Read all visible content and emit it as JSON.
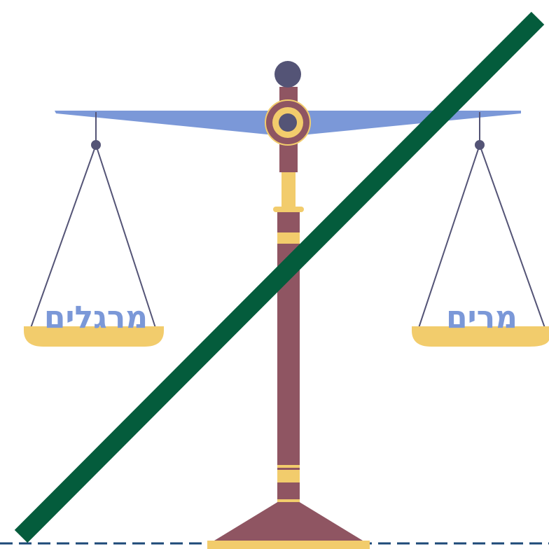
{
  "labels": {
    "left_pan": "מרגלים",
    "right_pan": "מרים"
  },
  "colors": {
    "beam": "#7b98d8",
    "pillar": "#8f5562",
    "gold": "#f2cc6c",
    "knob": "#545476",
    "strike": "#045c3c",
    "dashed_line": "#1e4a78",
    "label": "#7b98d8"
  },
  "icons": {
    "scale": "balance-scale-icon",
    "strike": "diagonal-strike"
  }
}
